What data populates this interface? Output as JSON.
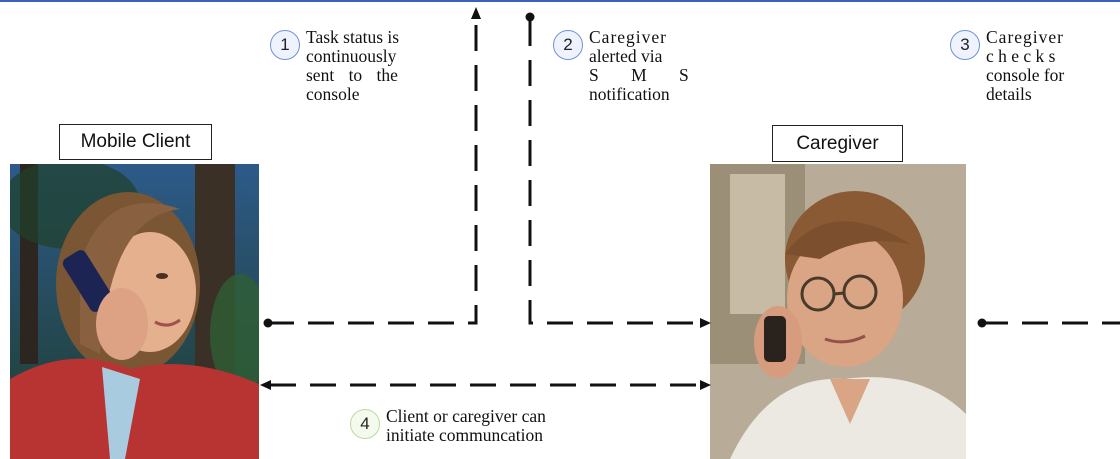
{
  "nodes": {
    "mobile_client": {
      "label": "Mobile Client"
    },
    "caregiver": {
      "label": "Caregiver"
    }
  },
  "steps": [
    {
      "number": "1",
      "lines": [
        "Task status is",
        "continuously",
        "sent to the",
        "console"
      ]
    },
    {
      "number": "2",
      "lines": [
        "Caregiver",
        "alerted via",
        "S M S",
        "notification"
      ]
    },
    {
      "number": "3",
      "lines": [
        "Caregiver",
        "c h e c k s",
        "console for",
        "details"
      ]
    },
    {
      "number": "4",
      "lines": [
        "Client or caregiver can",
        "initiate communcation"
      ]
    }
  ],
  "colors": {
    "top_rule": "#3c62b8",
    "step_circle_border": "#6f93d6",
    "line": "#111111"
  }
}
